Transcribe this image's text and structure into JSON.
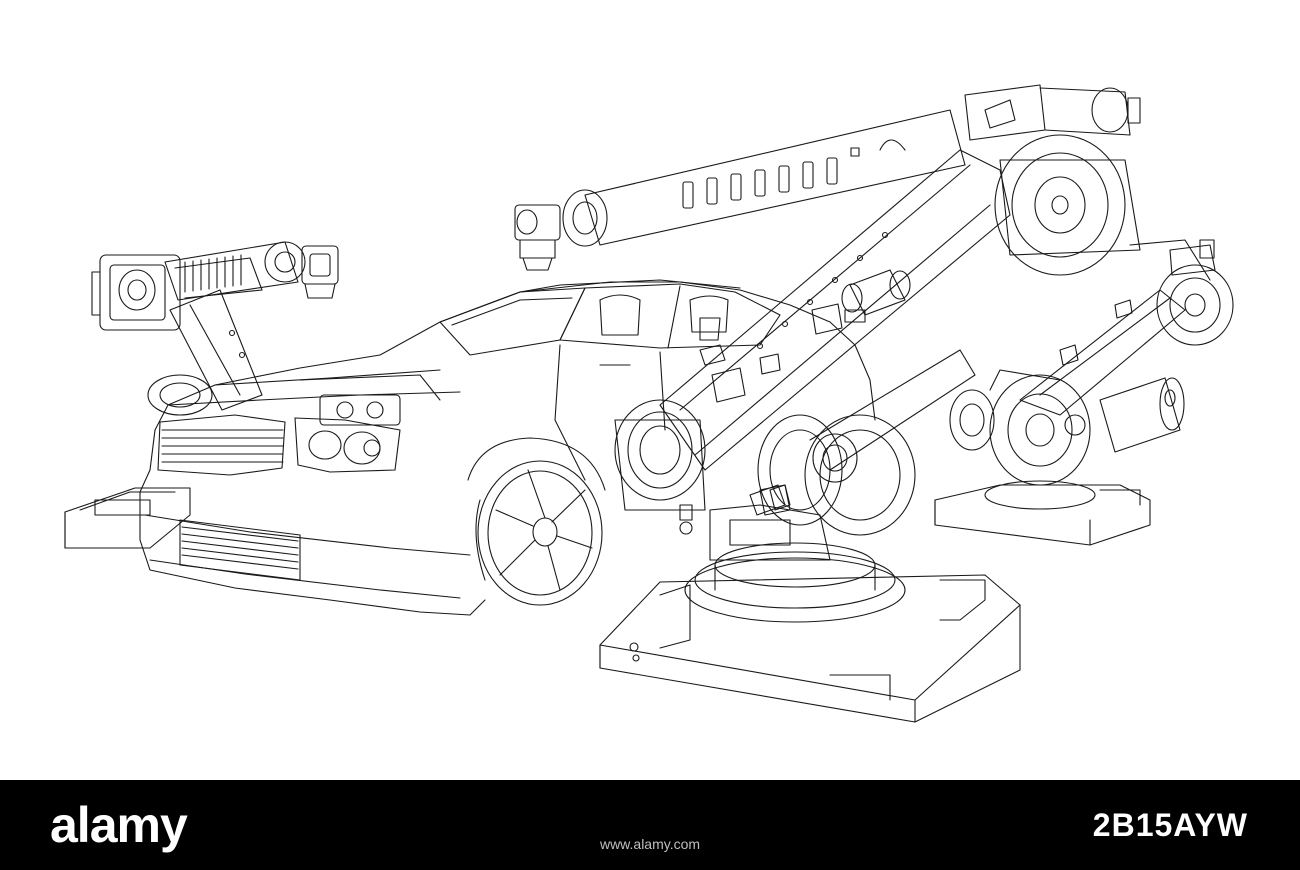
{
  "image": {
    "subject": "wireframe-car-and-industrial-robot-arms",
    "line_color": "#1a1a1a",
    "background_color": "#ffffff"
  },
  "footer": {
    "brand": "alamy",
    "image_id": "2B15AYW",
    "url": "www.alamy.com",
    "background_color": "#000000",
    "text_color": "#ffffff"
  }
}
